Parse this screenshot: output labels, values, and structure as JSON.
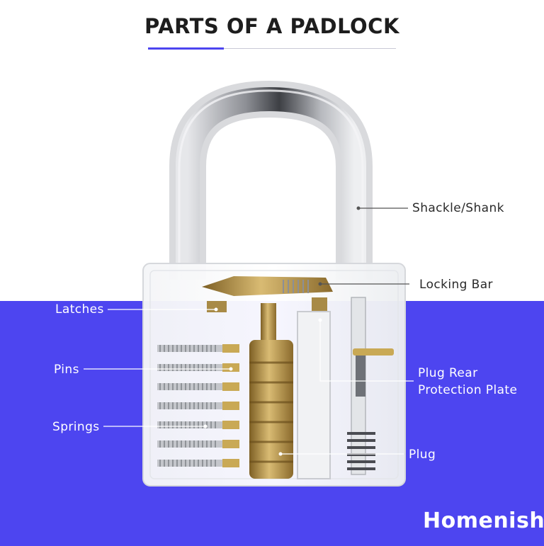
{
  "title": "PARTS OF A PADLOCK",
  "labels": {
    "shackle": "Shackle/Shank",
    "locking_bar": "Locking Bar",
    "latches": "Latches",
    "plug_rear_line1": "Plug Rear",
    "plug_rear_line2": "Protection Plate",
    "pins": "Pins",
    "springs": "Springs",
    "plug": "Plug"
  },
  "logo": "Homenish",
  "colors": {
    "accent": "#4d45f0",
    "background": "#ffffff",
    "text_dark": "#2a2a2a",
    "text_light": "#ffffff",
    "brass": "#b9954a",
    "steel": "#9ea0a6"
  }
}
